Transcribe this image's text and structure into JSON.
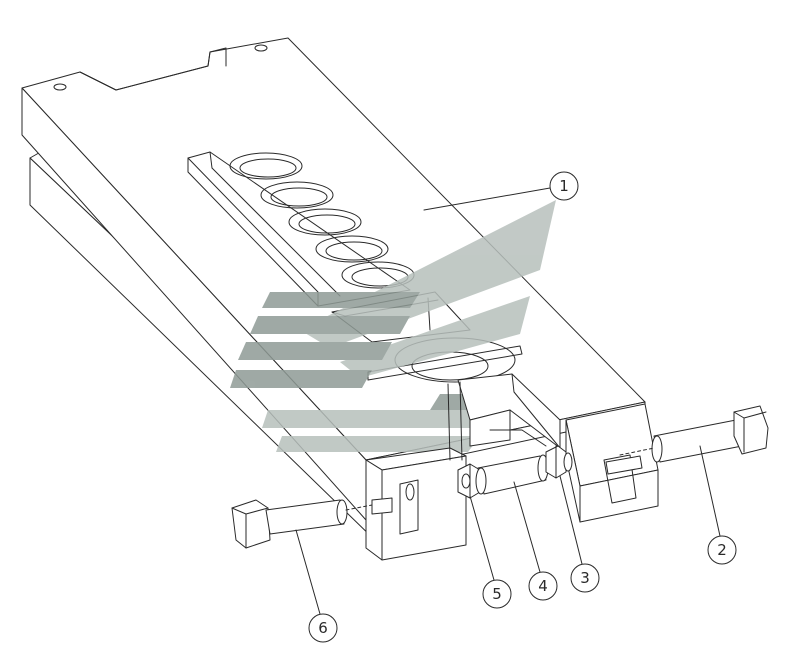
{
  "callouts": [
    {
      "id": "1",
      "label": "1"
    },
    {
      "id": "2",
      "label": "2"
    },
    {
      "id": "3",
      "label": "3"
    },
    {
      "id": "4",
      "label": "4"
    },
    {
      "id": "5",
      "label": "5"
    },
    {
      "id": "6",
      "label": "6"
    }
  ],
  "colors": {
    "line": "#2a2a2a",
    "watermark": "#8f9b96"
  }
}
